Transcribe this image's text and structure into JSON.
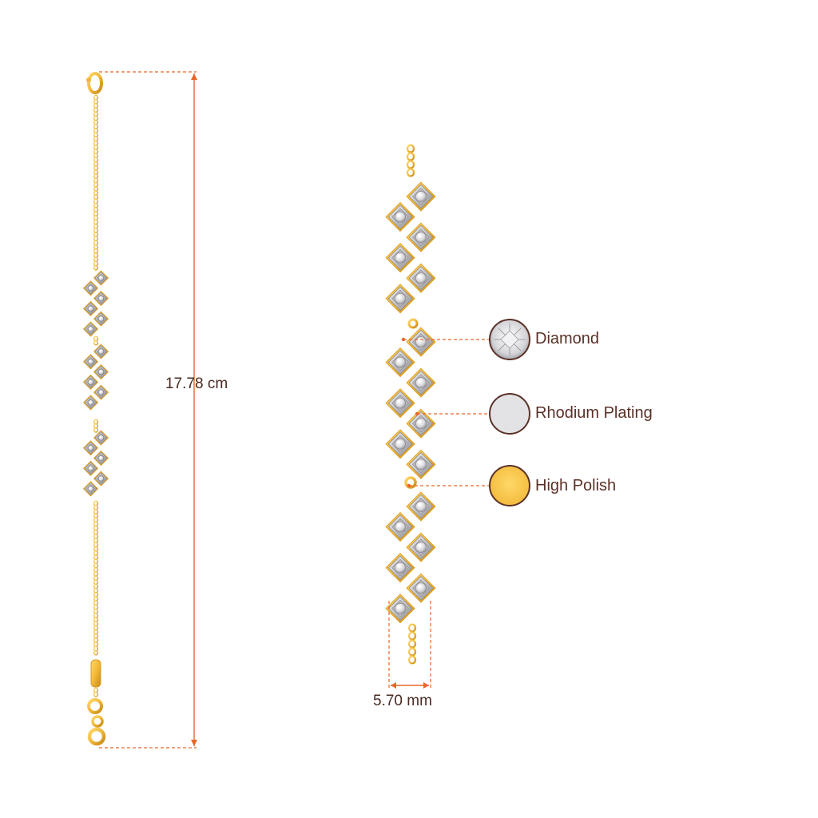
{
  "dimensions": {
    "length": "17.78 cm",
    "width": "5.70 mm"
  },
  "materials": [
    {
      "label": "Diamond",
      "swatch": "diamond-swatch-icon",
      "color": "#e8e8ea"
    },
    {
      "label": "Rhodium Plating",
      "swatch": "rhodium-swatch-icon",
      "color": "#e3e3e5"
    },
    {
      "label": "High Polish",
      "swatch": "gold-swatch-icon",
      "color": "#f7c84a"
    }
  ],
  "colors": {
    "gold": "#f1b83a",
    "gold_dark": "#d99a1e",
    "silver": "#d8d8da",
    "silver_dark": "#8c8c90",
    "dimension_line": "#e8672a",
    "label_text": "#5a3128"
  }
}
